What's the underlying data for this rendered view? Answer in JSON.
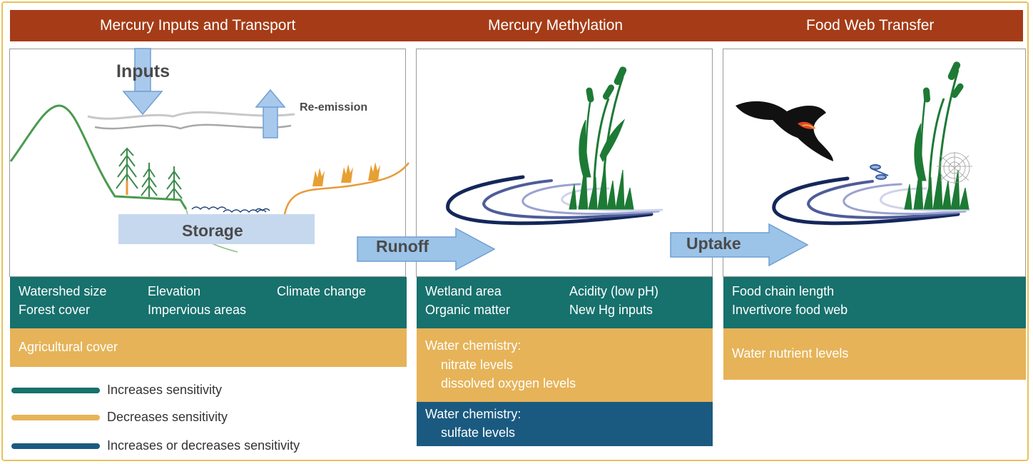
{
  "header": {
    "col1": "Mercury Inputs and Transport",
    "col2": "Mercury Methylation",
    "col3": "Food Web Transfer"
  },
  "scene": {
    "inputs": "Inputs",
    "reemission": "Re-emission",
    "storage": "Storage",
    "runoff": "Runoff",
    "uptake": "Uptake"
  },
  "panel1": {
    "increases": [
      "Watershed size",
      "Forest cover",
      "Elevation",
      "Impervious areas",
      "Climate change"
    ],
    "decreases": [
      "Agricultural cover"
    ]
  },
  "panel2": {
    "increases": [
      "Wetland area",
      "Organic matter",
      "Acidity (low pH)",
      "New Hg inputs"
    ],
    "decreases": [
      "Water chemistry:",
      "nitrate levels",
      "dissolved oxygen levels"
    ],
    "either": [
      "Water chemistry:",
      "sulfate levels"
    ]
  },
  "panel3": {
    "increases": [
      "Food chain length",
      "Invertivore food web"
    ],
    "decreases": [
      "Water nutrient levels"
    ]
  },
  "legend": {
    "increases": "Increases sensitivity",
    "decreases": "Decreases sensitivity",
    "either": "Increases or decreases sensitivity"
  },
  "colors": {
    "header": "#a53c17",
    "increases": "#17716d",
    "decreases": "#e6b358",
    "either": "#1b5a80",
    "arrow": "#9cc3e8",
    "frame": "#e8c35a"
  },
  "icons": [
    "arrow-down-icon",
    "arrow-up-icon",
    "arrow-right-icon",
    "tree-icon",
    "grain-icon",
    "cattail-icon",
    "bird-icon",
    "dragonfly-icon",
    "spiderweb-icon",
    "mountain-icon",
    "cloud-icon",
    "water-icon"
  ]
}
